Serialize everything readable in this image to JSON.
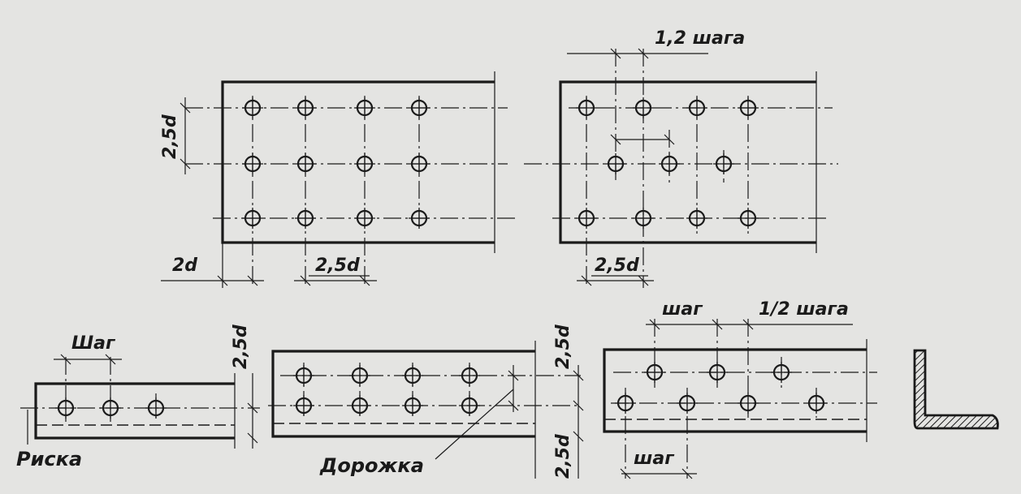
{
  "labels": {
    "step_1_2": "1,2 шага",
    "d25_top_left": "2,5d",
    "d2": "2d",
    "d25_bottom_a": "2,5d",
    "d25_bottom_b": "2,5d",
    "shag_cap": "Шаг",
    "d25_vert_small": "2,5d",
    "d25_vert_mid_top": "2,5d",
    "d25_vert_mid_bottom": "2,5d",
    "shag_top": "шаг",
    "half_step": "1/2 шага",
    "shag_bottom": "шаг",
    "riska": "Риска",
    "dorozhka": "Дорожка"
  },
  "colors": {
    "ink": "#1a1a1a",
    "paper": "#e4e4e2"
  }
}
